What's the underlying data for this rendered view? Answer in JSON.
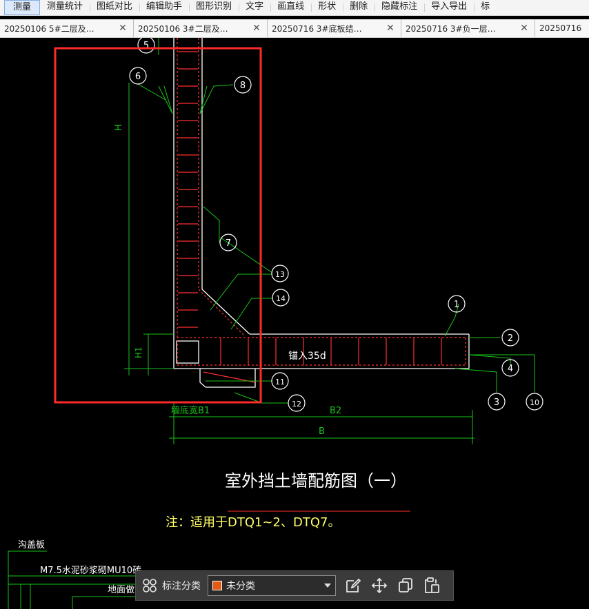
{
  "toolbar": {
    "items": [
      "测量",
      "测量统计",
      "图纸对比",
      "编辑助手",
      "图形识别",
      "文字",
      "画直线",
      "形状",
      "删除",
      "隐藏标注",
      "导入导出",
      "标"
    ]
  },
  "tabs": [
    {
      "label": "20250106 5#二层及…"
    },
    {
      "label": "20250106 3#二层及…"
    },
    {
      "label": "20250716 3#底板结…"
    },
    {
      "label": "20250716 3#负一层…"
    },
    {
      "label": "20250716"
    }
  ],
  "tab_close_glyph": "✕",
  "drawing": {
    "title": "室外挡土墙配筋图（一）",
    "note": "注：适用于DTQ1~2、DTQ7。",
    "anchor_text": "锚入35d",
    "dim_h": "H",
    "dim_h1": "H1",
    "dim_b1": "墙底宽B1",
    "dim_b2": "B2",
    "dim_b": "B",
    "callouts": [
      "1",
      "2",
      "3",
      "4",
      "5",
      "6",
      "7",
      "8",
      "10",
      "11",
      "12",
      "13",
      "14"
    ],
    "legend_cover": "沟盖板",
    "legend_mortar": "M7.5水泥砂浆砌MU10砖",
    "legend_ground": "地面做法"
  },
  "panel": {
    "label": "标注分类",
    "selected": "未分类",
    "swatch_color": "#e55a14"
  },
  "icons": [
    "grid-icon",
    "edit-icon",
    "move-icon",
    "copy-icon",
    "paste-icon",
    "chevron-down-icon",
    "close-icon"
  ],
  "colors": {
    "highlight_box": "#ff2a2a",
    "dimension": "#19c419",
    "rebar": "#ff3030",
    "outline": "#ffffff",
    "label_bg": "#f4f4f4"
  }
}
